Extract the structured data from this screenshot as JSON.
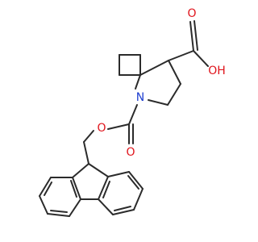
{
  "molecule": {
    "atoms": {
      "carboxyl_oh": "OH",
      "carboxyl_o": "O",
      "nitrogen": "N",
      "carbamate_o": "O",
      "ester_o": "O"
    },
    "colors": {
      "bond": "#2b2b2b",
      "oxygen": "#e0141c",
      "nitrogen": "#1f3fd0"
    }
  }
}
